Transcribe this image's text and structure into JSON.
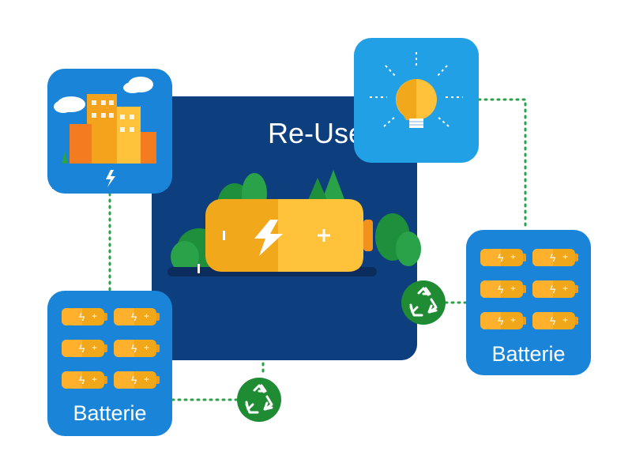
{
  "center": {
    "title": "Re-Use"
  },
  "batteries": {
    "left_label": "Batterie",
    "right_label": "Batterie"
  },
  "colors": {
    "navy": "#0d3f7e",
    "tile_blue": "#1a84d8",
    "bulb_blue": "#22a0e6",
    "battery_orange": "#f0a81a",
    "recycle_green": "#1f8c34",
    "connector_green": "#2aa24a"
  },
  "icons": [
    "city-icon",
    "lightning-icon",
    "lightbulb-icon",
    "battery-icon",
    "recycle-icon"
  ]
}
